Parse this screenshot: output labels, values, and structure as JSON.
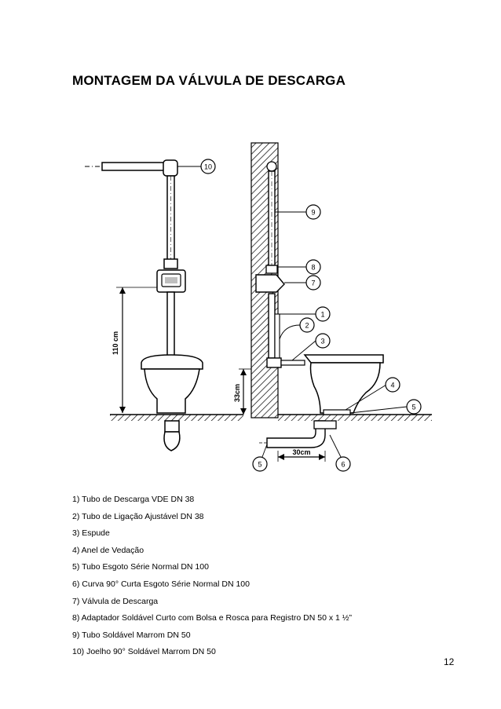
{
  "page": {
    "title": "MONTAGEM DA VÁLVULA DE DESCARGA",
    "page_number": "12"
  },
  "diagram": {
    "dim_height_left": "110 cm",
    "dim_height_right": "33cm",
    "dim_width": "30cm",
    "callouts": [
      "1",
      "2",
      "3",
      "4",
      "5",
      "5",
      "6",
      "7",
      "8",
      "9",
      "10"
    ]
  },
  "legend": [
    "1) Tubo de Descarga VDE DN 38",
    "2) Tubo de Ligação Ajustável DN 38",
    "3) Espude",
    "4) Anel de Vedação",
    "5) Tubo Esgoto Série Normal DN 100",
    "6) Curva 90° Curta Esgoto Série Normal DN 100",
    "7) Válvula de Descarga",
    "8) Adaptador Soldável Curto com Bolsa e Rosca para Registro DN 50 x 1 ½”",
    "9) Tubo Soldável Marrom DN 50",
    "10) Joelho 90° Soldável Marrom DN 50"
  ]
}
